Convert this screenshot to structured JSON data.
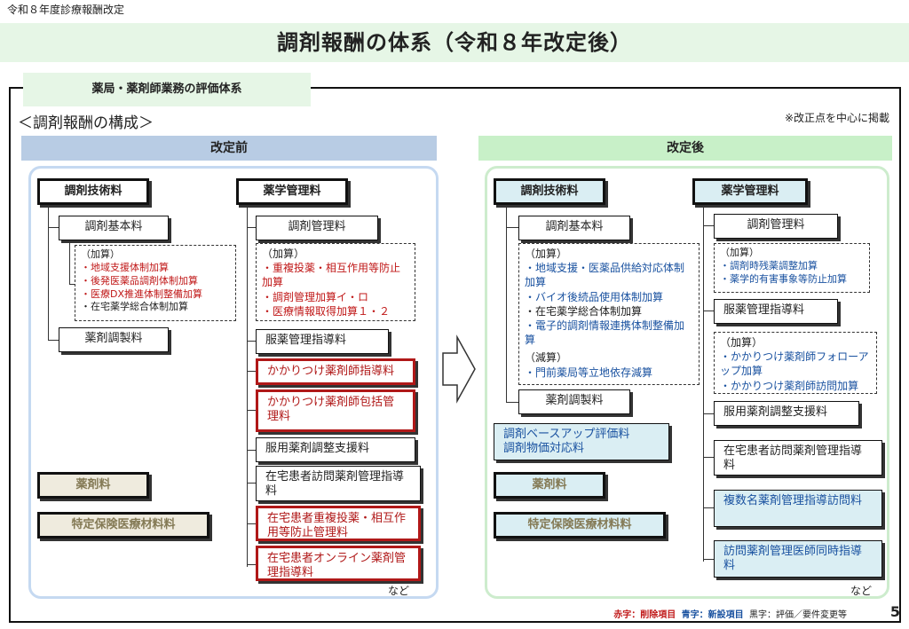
{
  "top_label": "令和８年度診療報酬改定",
  "title": "調剤報酬の体系（令和８年改定後）",
  "frame_tag": "薬局・薬剤師業務の評価体系",
  "structure_label": "＜調剤報酬の構成＞",
  "note": "※改正点を中心に掲載",
  "before": {
    "header": "改定前",
    "tech_fee": "調剤技術料",
    "basic_fee": "調剤基本料",
    "addon_title": "（加算）",
    "addons": [
      "・地域支援体制加算",
      "・後発医薬品調剤体制加算",
      "・医療DX推進体制整備加算",
      "・在宅薬学総合体制加算"
    ],
    "prep_fee": "薬剤調製料",
    "pharm_mgmt": "薬学管理料",
    "dispense_mgmt": "調剤管理料",
    "mgmt_addon_title": "（加算）",
    "mgmt_addons": [
      "・重複投薬・相互作用等防止加算",
      "・調剤管理加算イ・ロ",
      "・医療情報取得加算１・２"
    ],
    "items": [
      "服薬管理指導料",
      "かかりつけ薬剤師指導料",
      "かかりつけ薬剤師包括管理料",
      "服用薬剤調整支援料",
      "在宅患者訪問薬剤管理指導料",
      "在宅患者重複投薬・相互作用等防止管理料",
      "在宅患者オンライン薬剤管理指導料"
    ],
    "drug_fee": "薬剤料",
    "material_fee": "特定保険医療材料料",
    "nado": "など"
  },
  "after": {
    "header": "改定後",
    "tech_fee": "調剤技術料",
    "basic_fee": "調剤基本料",
    "addon_title": "（加算）",
    "addons": [
      "・地域支援・医薬品供給対応体制加算",
      "・バイオ後続品使用体制加算",
      "・在宅薬学総合体制加算",
      "・電子的調剤情報連携体制整備加算"
    ],
    "reduce_title": "（減算）",
    "reduces": [
      "・門前薬局等立地依存減算"
    ],
    "prep_fee": "薬剤調製料",
    "baseup": "調剤ベースアップ評価料\n調剤物価対応料",
    "pharm_mgmt": "薬学管理料",
    "dispense_mgmt": "調剤管理料",
    "mgmt_addon_title": "（加算）",
    "mgmt_addons": [
      "・調剤時残薬調整加算",
      "・薬学的有害事象等防止加算"
    ],
    "guidance_fee": "服薬管理指導料",
    "guidance_addon_title": "（加算）",
    "guidance_addons": [
      "・かかりつけ薬剤師フォローアップ加算",
      "・かかりつけ薬剤師訪問加算"
    ],
    "items": [
      "服用薬剤調整支援料",
      "在宅患者訪問薬剤管理指導料",
      "複数名薬剤管理指導訪問料",
      "訪問薬剤管理医師同時指導料"
    ],
    "drug_fee": "薬剤料",
    "material_fee": "特定保険医療材料料",
    "nado": "など"
  },
  "legend": {
    "red": "赤字：削除項目",
    "blue": "青字：新設項目",
    "black": "黒字：評価／要件変更等"
  },
  "page_number": "5",
  "colors": {
    "deleted": "#c01818",
    "new": "#1a52a0",
    "title_band": "#e6f6e6",
    "before_header": "#b8cce4",
    "after_header": "#c8f0c8"
  }
}
